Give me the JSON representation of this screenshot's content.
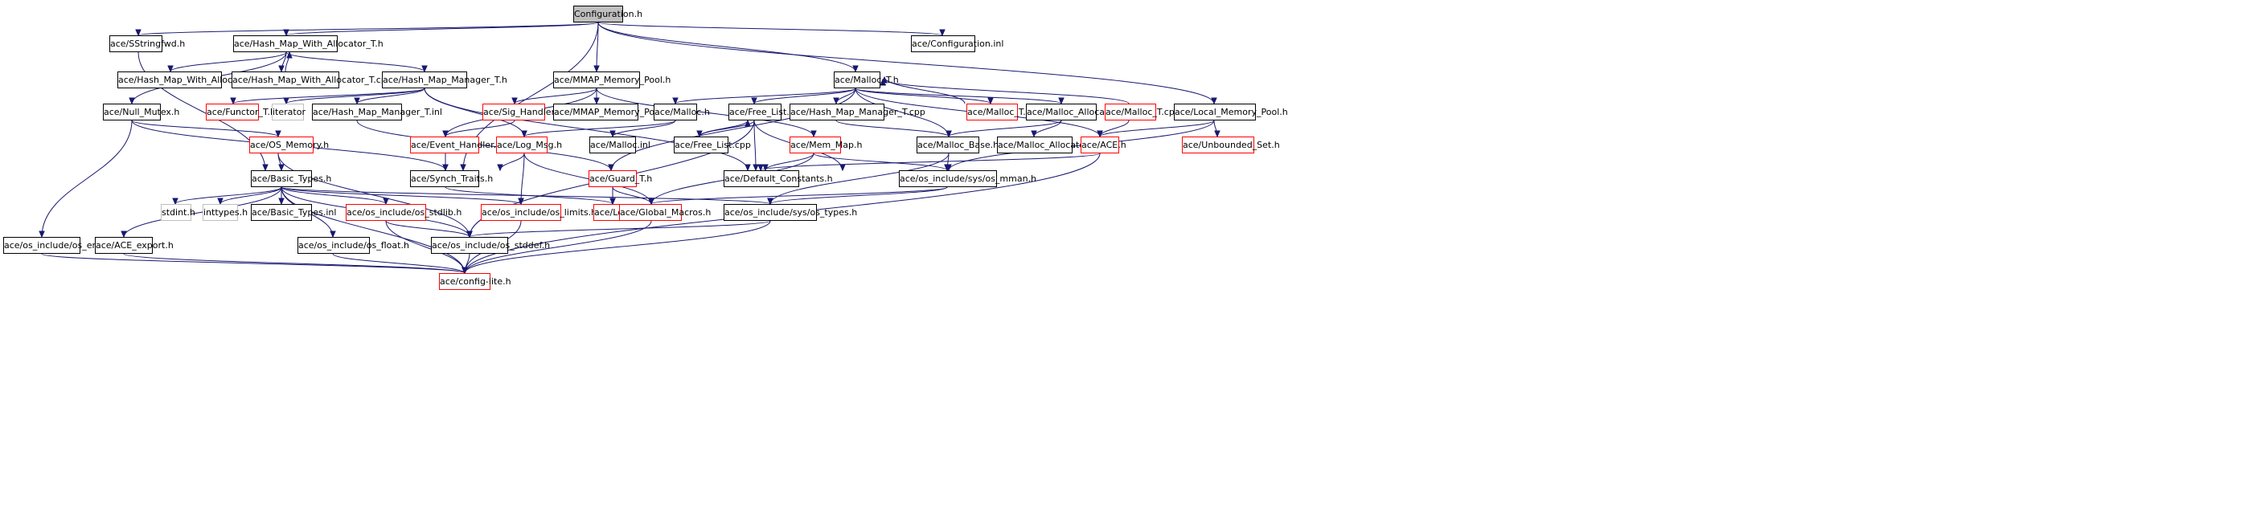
{
  "colors": {
    "edge": "#191970",
    "root_fill": "#bfbfbf",
    "external_border": "#ff0000",
    "missing_border": "#bfbfbf"
  },
  "nodes": {
    "configuration_h": "Configuration.h",
    "sstringfwd_h": "ace/SStringfwd.h",
    "hash_map_with_allocator_t_h": "ace/Hash_Map_With_Allocator_T.h",
    "configuration_inl": "ace/Configuration.inl",
    "hash_map_with_allocator_t_inl": "ace/Hash_Map_With_Allocator_T.inl",
    "hash_map_with_allocator_t_cpp": "ace/Hash_Map_With_Allocator_T.cpp",
    "hash_map_manager_t_h": "ace/Hash_Map_Manager_T.h",
    "mmap_memory_pool_h": "ace/MMAP_Memory_Pool.h",
    "malloc_t_h": "ace/Malloc_T.h",
    "null_mutex_h": "ace/Null_Mutex.h",
    "functor_t_h": "ace/Functor_T.h",
    "iterator": "iterator",
    "hash_map_manager_t_inl": "ace/Hash_Map_Manager_T.inl",
    "sig_handler_h": "ace/Sig_Handler.h",
    "mmap_memory_pool_inl": "ace/MMAP_Memory_Pool.inl",
    "malloc_h": "ace/Malloc.h",
    "free_list_h": "ace/Free_List.h",
    "hash_map_manager_t_cpp": "ace/Hash_Map_Manager_T.cpp",
    "malloc_t_inl": "ace/Malloc_T.inl",
    "malloc_allocator_h": "ace/Malloc_Allocator.h",
    "malloc_t_cpp": "ace/Malloc_T.cpp",
    "local_memory_pool_h": "ace/Local_Memory_Pool.h",
    "os_memory_h": "ace/OS_Memory.h",
    "event_handler_h": "ace/Event_Handler.h",
    "log_msg_h": "ace/Log_Msg.h",
    "malloc_inl": "ace/Malloc.inl",
    "free_list_cpp": "ace/Free_List.cpp",
    "mem_map_h": "ace/Mem_Map.h",
    "malloc_base_h": "ace/Malloc_Base.h",
    "malloc_allocator_inl": "ace/Malloc_Allocator.inl",
    "ace_h": "ace/ACE.h",
    "unbounded_set_h": "ace/Unbounded_Set.h",
    "basic_types_h": "ace/Basic_Types.h",
    "synch_traits_h": "ace/Synch_Traits.h",
    "guard_t_h": "ace/Guard_T.h",
    "default_constants_h": "ace/Default_Constants.h",
    "os_mman_h": "ace/os_include/sys/os_mman.h",
    "stdint_h": "stdint.h",
    "inttypes_h": "inttypes.h",
    "basic_types_inl": "ace/Basic_Types.inl",
    "os_stdlib_h": "ace/os_include/os_stdlib.h",
    "os_limits_h": "ace/os_include/os_limits.h",
    "lock_h": "ace/Lock.h",
    "global_macros_h": "ace/Global_Macros.h",
    "os_types_h": "ace/os_include/sys/os_types.h",
    "os_errno_h": "ace/os_include/os_errno.h",
    "ace_export_h": "ace/ACE_export.h",
    "os_float_h": "ace/os_include/os_float.h",
    "os_stddef_h": "ace/os_include/os_stddef.h",
    "config_lite_h": "ace/config-lite.h"
  }
}
